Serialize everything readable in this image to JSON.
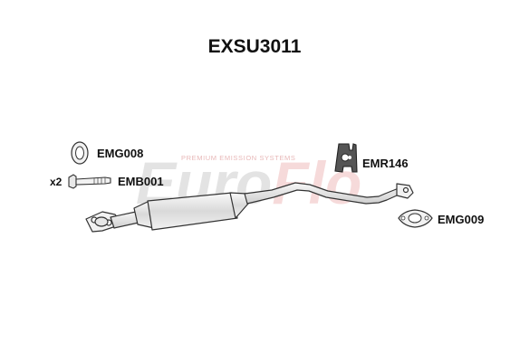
{
  "title": "EXSU3011",
  "watermark": {
    "brand_part1": "Euro",
    "brand_part2": "Flo",
    "tagline": "PREMIUM EMISSION SYSTEMS"
  },
  "parts": {
    "gasket_emg008": {
      "code": "EMG008"
    },
    "bolt_emb001": {
      "code": "EMB001",
      "quantity": "x2"
    },
    "rubber_emr146": {
      "code": "EMR146"
    },
    "gasket_emg009": {
      "code": "EMG009"
    }
  },
  "colors": {
    "outline": "#333333",
    "part_fill": "#f2f2f2",
    "watermark_grey": "#e3e3e3",
    "watermark_red": "#f6dada"
  }
}
